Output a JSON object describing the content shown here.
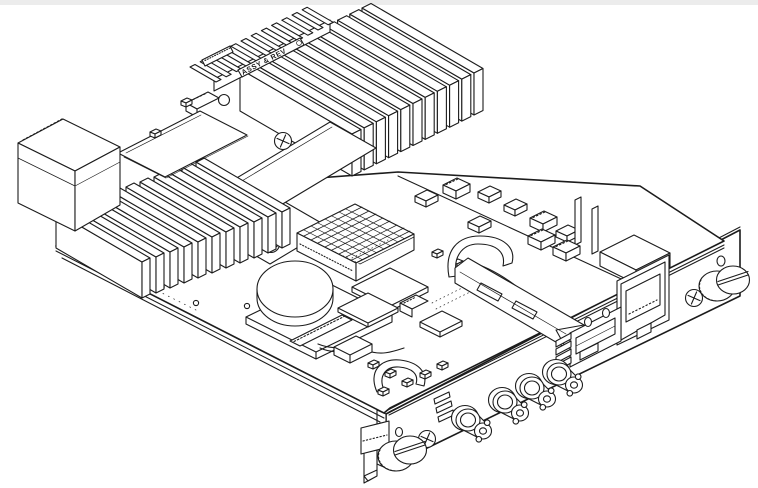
{
  "page": {
    "background": "#ffffff",
    "top_bar_color": "#ececec",
    "line_color": "#1c1c1c"
  },
  "illustration": {
    "subject": "Isometric line drawing of a plug-in broadcast card module",
    "labels": {
      "assembly_label": "ASSY & REV"
    },
    "front_panel": {
      "bnc_connector_count": 4,
      "thumbscrew_count": 2,
      "phillips_screw_count": 2,
      "led_hole_count": 2,
      "vent_slot_count": 3,
      "ladder_slot_count": 4,
      "ports": [
        "rj45",
        "sfp-cage",
        "bnc",
        "bnc",
        "bnc",
        "bnc"
      ]
    },
    "board": {
      "heatsink_bank_count": 3,
      "has_coin_cell_battery": true,
      "has_backplane_connector": true
    }
  }
}
